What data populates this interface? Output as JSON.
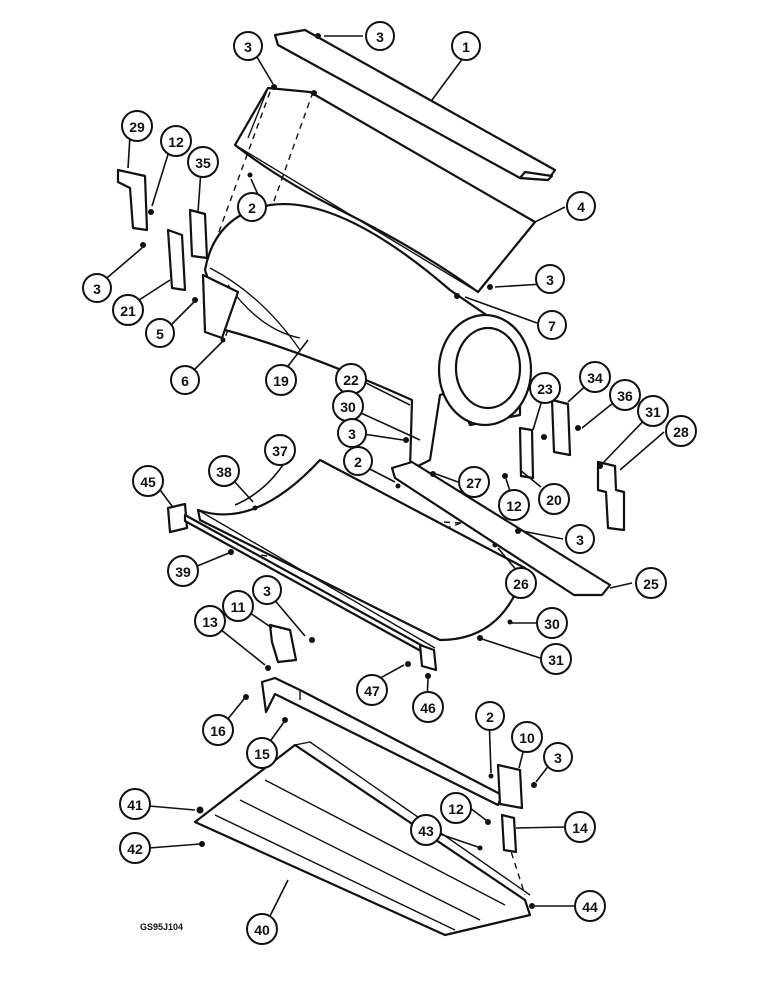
{
  "drawing_code": "GS95J104",
  "callouts": [
    {
      "id": "c1",
      "label": "1"
    },
    {
      "id": "c3a",
      "label": "3"
    },
    {
      "id": "c3b",
      "label": "3"
    },
    {
      "id": "c29",
      "label": "29"
    },
    {
      "id": "c12a",
      "label": "12"
    },
    {
      "id": "c35",
      "label": "35"
    },
    {
      "id": "c2a",
      "label": "2"
    },
    {
      "id": "c4",
      "label": "4"
    },
    {
      "id": "c3c",
      "label": "3"
    },
    {
      "id": "c21",
      "label": "21"
    },
    {
      "id": "c3d",
      "label": "3"
    },
    {
      "id": "c5",
      "label": "5"
    },
    {
      "id": "c7",
      "label": "7"
    },
    {
      "id": "c6",
      "label": "6"
    },
    {
      "id": "c19",
      "label": "19"
    },
    {
      "id": "c22",
      "label": "22"
    },
    {
      "id": "c30a",
      "label": "30"
    },
    {
      "id": "c23",
      "label": "23"
    },
    {
      "id": "c34",
      "label": "34"
    },
    {
      "id": "c36",
      "label": "36"
    },
    {
      "id": "c31a",
      "label": "31"
    },
    {
      "id": "c28",
      "label": "28"
    },
    {
      "id": "c3e",
      "label": "3"
    },
    {
      "id": "c37",
      "label": "37"
    },
    {
      "id": "c2b",
      "label": "2"
    },
    {
      "id": "c27",
      "label": "27"
    },
    {
      "id": "c12b",
      "label": "12"
    },
    {
      "id": "c20",
      "label": "20"
    },
    {
      "id": "c45",
      "label": "45"
    },
    {
      "id": "c38",
      "label": "38"
    },
    {
      "id": "c3f",
      "label": "3"
    },
    {
      "id": "c39",
      "label": "39"
    },
    {
      "id": "c26",
      "label": "26"
    },
    {
      "id": "c25",
      "label": "25"
    },
    {
      "id": "c3g",
      "label": "3"
    },
    {
      "id": "c11",
      "label": "11"
    },
    {
      "id": "c13",
      "label": "13"
    },
    {
      "id": "c30b",
      "label": "30"
    },
    {
      "id": "c31b",
      "label": "31"
    },
    {
      "id": "c47",
      "label": "47"
    },
    {
      "id": "c46",
      "label": "46"
    },
    {
      "id": "c16",
      "label": "16"
    },
    {
      "id": "c15",
      "label": "15"
    },
    {
      "id": "c2c",
      "label": "2"
    },
    {
      "id": "c10",
      "label": "10"
    },
    {
      "id": "c3h",
      "label": "3"
    },
    {
      "id": "c41",
      "label": "41"
    },
    {
      "id": "c12c",
      "label": "12"
    },
    {
      "id": "c43",
      "label": "43"
    },
    {
      "id": "c14",
      "label": "14"
    },
    {
      "id": "c42",
      "label": "42"
    },
    {
      "id": "c44",
      "label": "44"
    },
    {
      "id": "c40",
      "label": "40"
    }
  ]
}
